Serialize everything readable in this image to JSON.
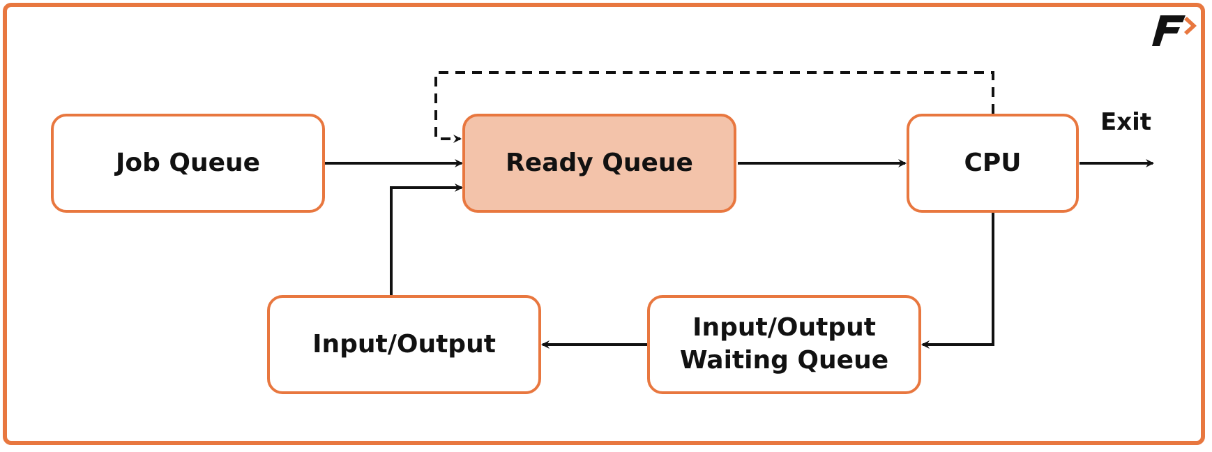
{
  "nodes": {
    "job_queue": "Job Queue",
    "ready_queue": "Ready Queue",
    "cpu": "CPU",
    "io": "Input/Output",
    "io_waiting_line1": "Input/Output",
    "io_waiting_line2": "Waiting Queue"
  },
  "exit_label": "Exit",
  "colors": {
    "accent": "#e8773f",
    "highlight_fill": "#f3c3aa",
    "line": "#111111"
  },
  "logo": {
    "icon": "brand-logo-icon",
    "text": "F"
  }
}
